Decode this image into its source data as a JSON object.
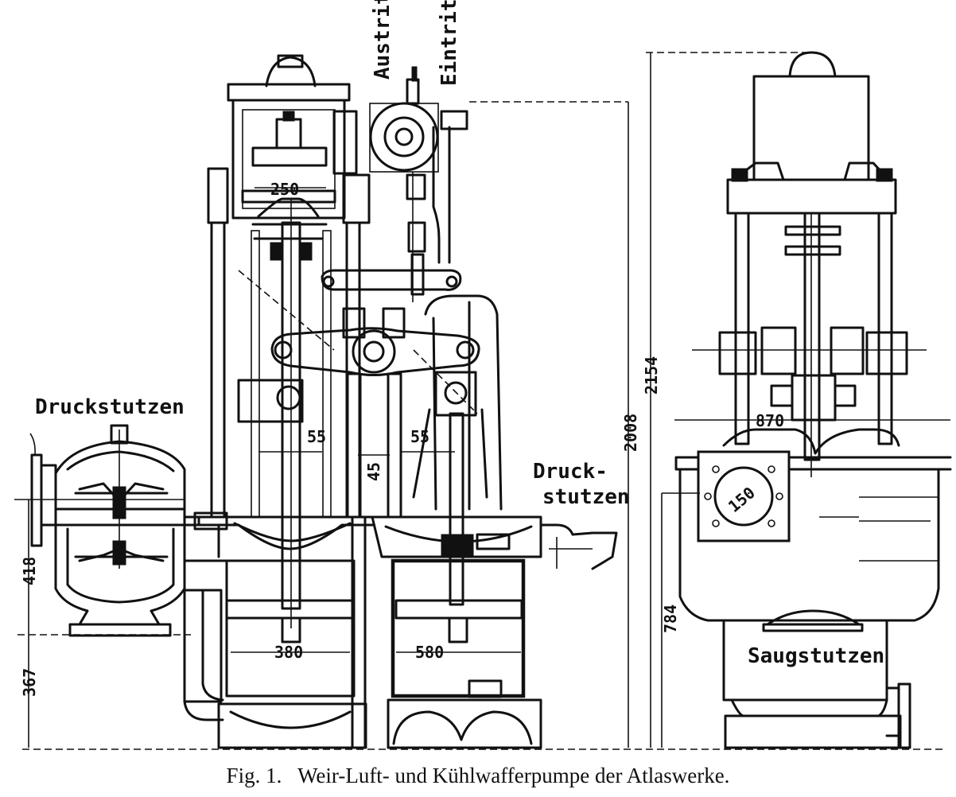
{
  "caption": "Fig. 1.   Weir-Luft- und Kühlwafferpumpe der Atlaswerke.",
  "labels": {
    "austritt": "Austritt",
    "eintritt": "Eintritt",
    "druckstutzen_left": "Druckstutzen",
    "druck_right_1": "Druck-",
    "druck_right_2": "stutzen",
    "saugstutzen": "Saugstutzen"
  },
  "dimensions": {
    "d250": "250",
    "d55a": "55",
    "d55b": "55",
    "d45": "45",
    "d380": "380",
    "d580": "580",
    "d418": "418",
    "d367": "367",
    "d2008": "2008",
    "d2154": "2154",
    "d870": "870",
    "d150": "150",
    "d784": "784"
  }
}
